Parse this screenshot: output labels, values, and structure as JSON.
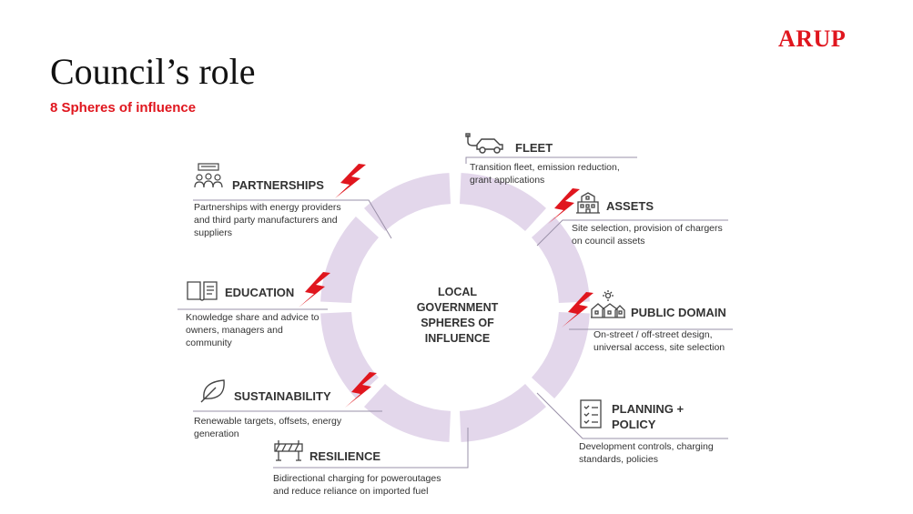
{
  "brand": "ARUP",
  "title": "Council’s role",
  "subtitle": "8 Spheres of influence",
  "center": {
    "line1": "LOCAL",
    "line2": "GOVERNMENT",
    "line3": "SPHERES OF",
    "line4": "INFLUENCE"
  },
  "spheres": {
    "fleet": {
      "title": "FLEET",
      "line1": "Transition fleet, emission reduction,",
      "line2": "grant applications",
      "icon": "car-charging-icon",
      "highlighted": false
    },
    "assets": {
      "title": "ASSETS",
      "line1": "Site selection, provision of chargers",
      "line2": "on council assets",
      "icon": "building-icon",
      "highlighted": true
    },
    "public_domain": {
      "title": "PUBLIC DOMAIN",
      "line1": "On-street / off-street design,",
      "line2": "universal access, site selection",
      "icon": "houses-icon",
      "highlighted": true
    },
    "planning_policy": {
      "title1": "PLANNING +",
      "title2": "POLICY",
      "line1": "Development controls, charging",
      "line2": "standards, policies",
      "icon": "checklist-icon",
      "highlighted": false
    },
    "resilience": {
      "title": "RESILIENCE",
      "line1": "Bidirectional charging for poweroutages",
      "line2": "and reduce reliance on imported fuel",
      "icon": "barrier-icon",
      "highlighted": false
    },
    "sustainability": {
      "title": "SUSTAINABILITY",
      "line1": "Renewable targets, offsets, energy",
      "line2": "generation",
      "icon": "leaf-icon",
      "highlighted": true
    },
    "education": {
      "title": "EDUCATION",
      "line1": "Knowledge share and advice to",
      "line2": "owners, managers and",
      "line3": "community",
      "icon": "book-icon",
      "highlighted": true
    },
    "partnerships": {
      "title": "PARTNERSHIPS",
      "line1": "Partnerships with energy providers",
      "line2": "and third party manufacturers and",
      "line3": "suppliers",
      "icon": "people-icon",
      "highlighted": true
    }
  },
  "colors": {
    "accent": "#e0161e",
    "ring": "#e3d7eb",
    "line": "#9a90a8",
    "text": "#333333"
  }
}
